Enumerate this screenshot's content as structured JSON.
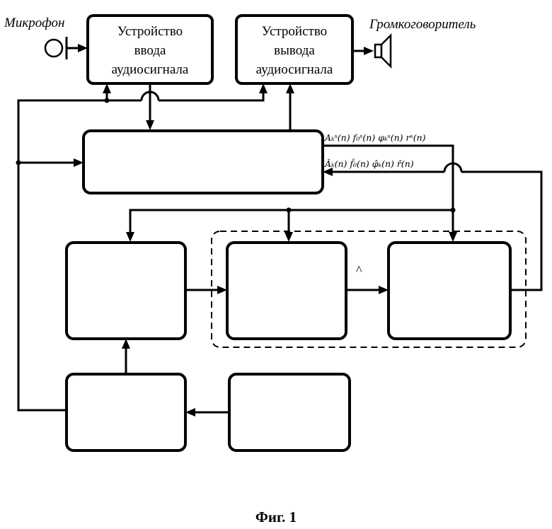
{
  "labels": {
    "microphone": "Микрофон",
    "speaker": "Громкоговоритель",
    "figure_caption": "Фиг. 1"
  },
  "blocks": {
    "audio_input": [
      "Устройство",
      "ввода",
      "аудиосигнала"
    ],
    "audio_output": [
      "Устройство",
      "вывода",
      "аудиосигнала"
    ]
  },
  "signals": {
    "synth_params": "Aₖˢ(n) f₀ˢ(n) φₖˢ(n) rˢ(n)",
    "estimated_params": "Âₖ(n) f̂₀(n) φ̂ₖ(n) r̂(n)",
    "hat_mark": "^"
  }
}
